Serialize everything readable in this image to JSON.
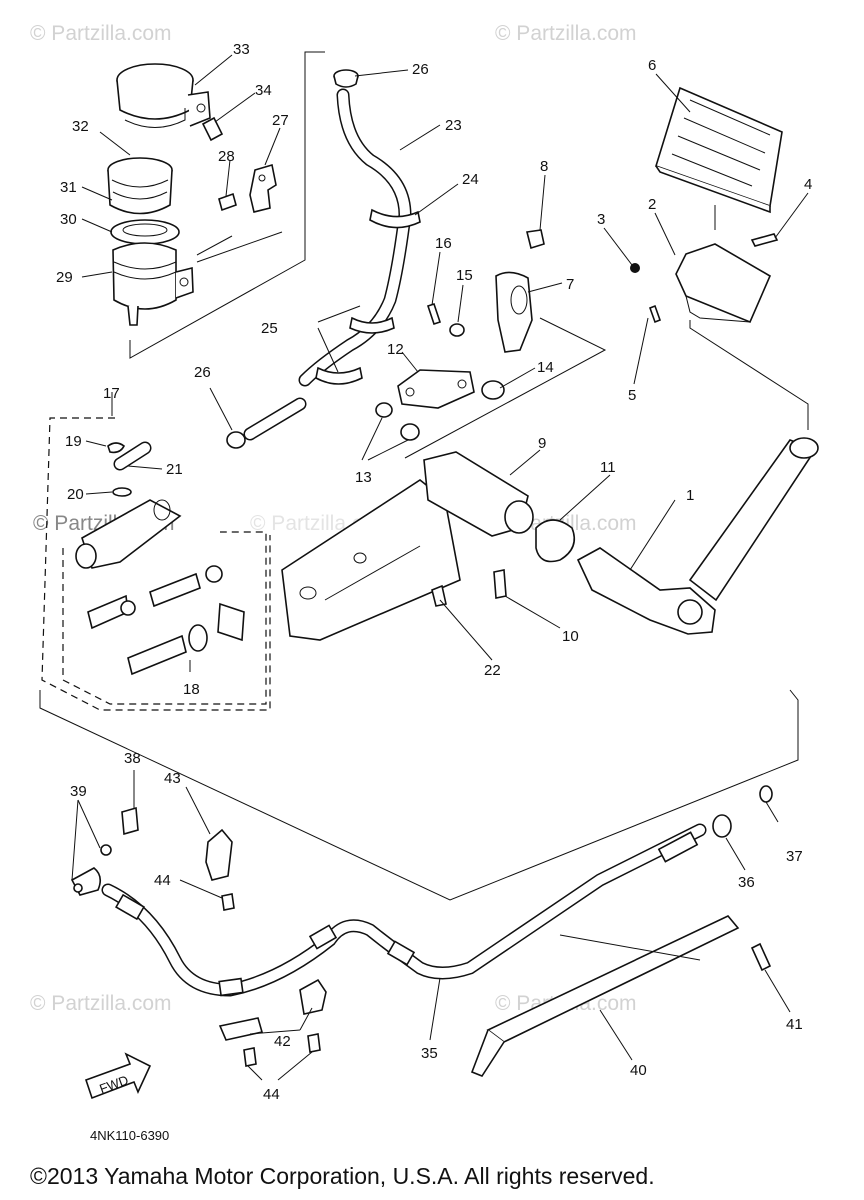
{
  "watermarks": [
    "© Partzilla.com",
    "© Partzilla.com",
    "© Partzilla.com",
    "© Partzilla.com",
    "© Partzilla.com",
    "© Partzilla.com",
    "© Partzilla.com"
  ],
  "callouts": [
    "1",
    "2",
    "3",
    "4",
    "5",
    "6",
    "7",
    "8",
    "9",
    "10",
    "11",
    "12",
    "13",
    "14",
    "15",
    "16",
    "17",
    "18",
    "19",
    "20",
    "21",
    "22",
    "23",
    "24",
    "25",
    "26",
    "26",
    "27",
    "28",
    "29",
    "30",
    "31",
    "32",
    "33",
    "34",
    "35",
    "36",
    "37",
    "38",
    "39",
    "40",
    "41",
    "42",
    "43",
    "44",
    "44"
  ],
  "fwd_label": "FWD",
  "diagram_code": "4NK110-6390",
  "copyright": "©2013 Yamaha Motor Corporation, U.S.A. All rights reserved."
}
